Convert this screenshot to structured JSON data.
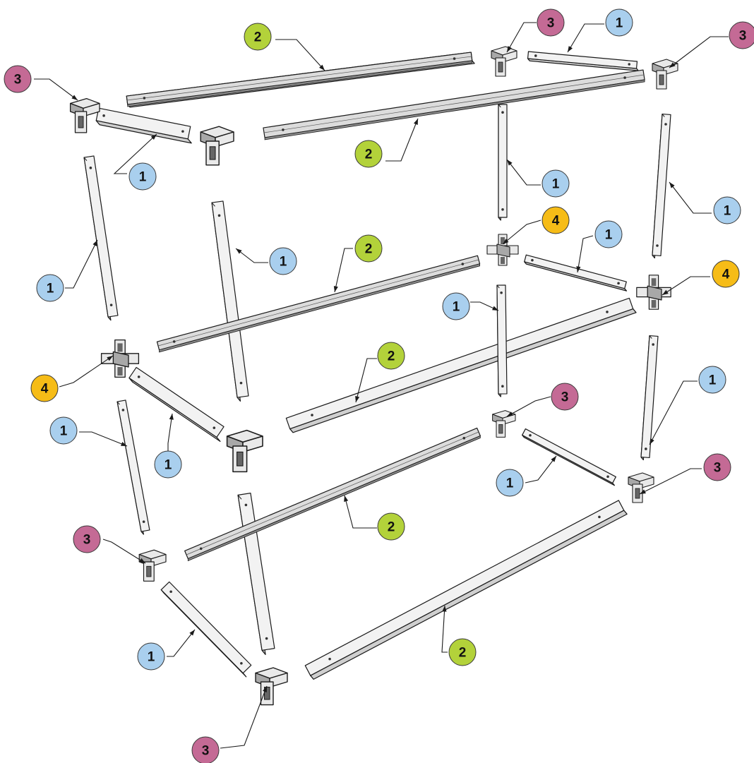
{
  "parts": [
    {
      "id": "1",
      "label": "1",
      "kind": "short-tube",
      "color": "#a9cfee"
    },
    {
      "id": "2",
      "label": "2",
      "kind": "long-channel",
      "color": "#b3d23a"
    },
    {
      "id": "3",
      "label": "3",
      "kind": "corner-connector",
      "color": "#c46a95"
    },
    {
      "id": "4",
      "label": "4",
      "kind": "cross-connector",
      "color": "#f6bc17"
    }
  ],
  "callouts": [
    {
      "part": "2",
      "label": "2"
    },
    {
      "part": "3",
      "label": "3"
    },
    {
      "part": "1",
      "label": "1"
    },
    {
      "part": "3",
      "label": "3"
    },
    {
      "part": "3",
      "label": "3"
    },
    {
      "part": "2",
      "label": "2"
    },
    {
      "part": "1",
      "label": "1"
    },
    {
      "part": "1",
      "label": "1"
    },
    {
      "part": "1",
      "label": "1"
    },
    {
      "part": "4",
      "label": "4"
    },
    {
      "part": "1",
      "label": "1"
    },
    {
      "part": "1",
      "label": "1"
    },
    {
      "part": "2",
      "label": "2"
    },
    {
      "part": "1",
      "label": "1"
    },
    {
      "part": "4",
      "label": "4"
    },
    {
      "part": "1",
      "label": "1"
    },
    {
      "part": "4",
      "label": "4"
    },
    {
      "part": "2",
      "label": "2"
    },
    {
      "part": "1",
      "label": "1"
    },
    {
      "part": "3",
      "label": "3"
    },
    {
      "part": "1",
      "label": "1"
    },
    {
      "part": "1",
      "label": "1"
    },
    {
      "part": "1",
      "label": "1"
    },
    {
      "part": "3",
      "label": "3"
    },
    {
      "part": "2",
      "label": "2"
    },
    {
      "part": "3",
      "label": "3"
    },
    {
      "part": "1",
      "label": "1"
    },
    {
      "part": "2",
      "label": "2"
    },
    {
      "part": "3",
      "label": "3"
    }
  ]
}
